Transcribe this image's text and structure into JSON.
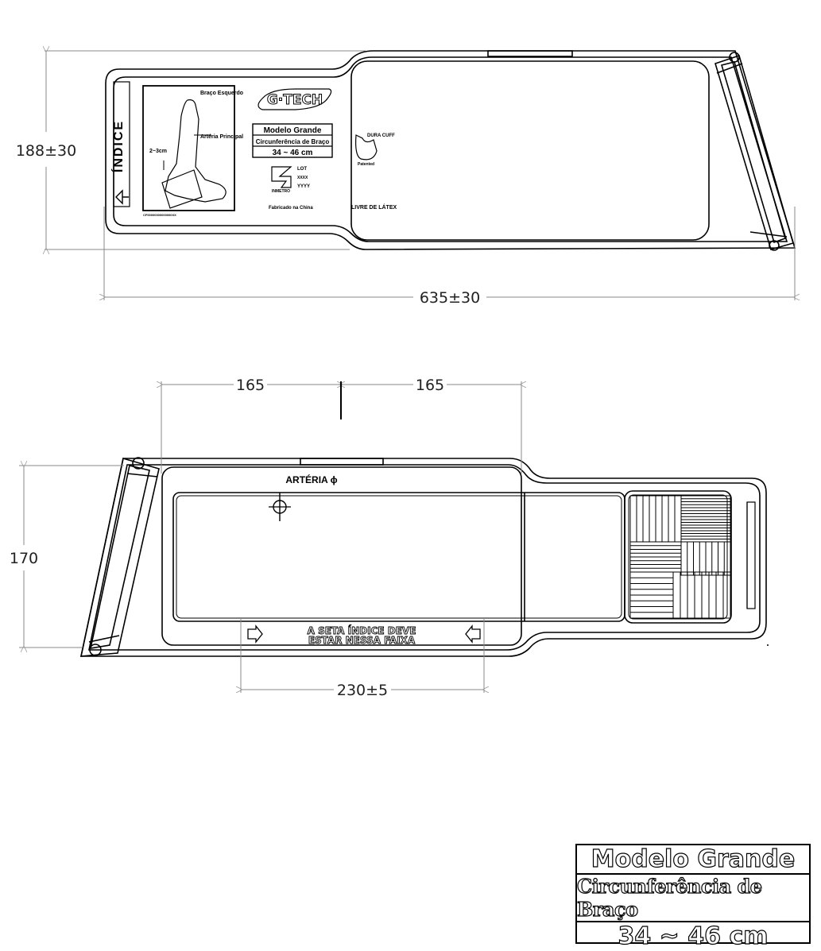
{
  "dimensions": {
    "height_top": "188±30",
    "width_top": "635±30",
    "width_left": "165",
    "width_right": "165",
    "height_bottom": "170",
    "range_width": "230±5"
  },
  "front": {
    "index_label": "ÍNDICE",
    "arm_label": "Braço Esquerdo",
    "artery_label": "Artéria Principal",
    "gap_label": "2~3cm",
    "serial": "CF00000000000000XX",
    "brand": "G·TECH",
    "model_title": "Modelo Grande",
    "model_circ": "Circunferência de Braço",
    "model_range": "34 ~ 46 cm",
    "lot_label": "LOT",
    "lot_value1": "XXXX",
    "lot_value2": "YYYY",
    "inmetro": "INMETRO",
    "made_in": "Fabricado na China",
    "latex_free": "LIVRE DE LÁTEX",
    "cuff_brand": "DURA CUFF",
    "patented": "Patented"
  },
  "back": {
    "artery_marker": "ARTÉRIA ϕ",
    "arrow_text_line1": "A SETA ÍNDICE DEVE",
    "arrow_text_line2": "ESTAR NESSA FAIXA"
  },
  "title_block": {
    "line1": "Modelo Grande",
    "line2": "Circunferência de Braço",
    "line3": "34 ~ 46 cm"
  }
}
